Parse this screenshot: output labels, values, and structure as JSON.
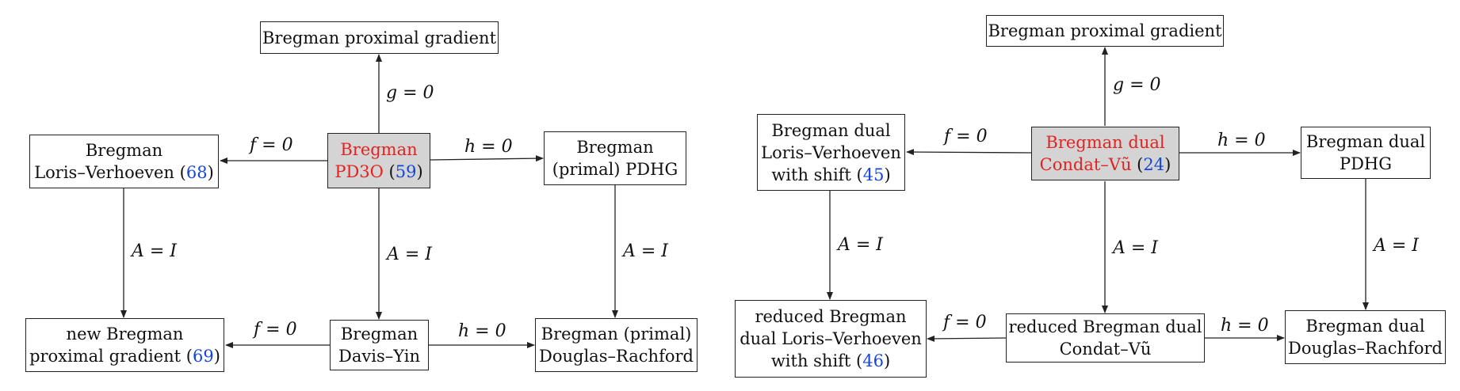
{
  "left": {
    "top": "Bregman proximal gradient",
    "center": {
      "line1": "Bregman",
      "line2": "PD3O",
      "ref": "59"
    },
    "west": {
      "line1": "Bregman",
      "line2": "Loris–Verhoeven",
      "ref": "68"
    },
    "east": {
      "line1": "Bregman",
      "line2": "(primal) PDHG"
    },
    "south_west": {
      "line1": "new Bregman",
      "line2": "proximal gradient",
      "ref": "69"
    },
    "south": {
      "line1": "Bregman",
      "line2": "Davis–Yin"
    },
    "south_east": {
      "line1": "Bregman (primal)",
      "line2": "Douglas–Rachford"
    },
    "labels": {
      "g0": "g = 0",
      "f0": "f = 0",
      "h0": "h = 0",
      "aw": "A = I",
      "ac": "A = I",
      "ae": "A = I",
      "f0b": "f = 0",
      "h0b": "h = 0"
    }
  },
  "right": {
    "top": "Bregman proximal gradient",
    "center": {
      "line1": "Bregman dual",
      "line2": "Condat–Vũ",
      "ref": "24"
    },
    "west": {
      "line1": "Bregman dual",
      "line2": "Loris–Verhoeven",
      "line3": "with shift",
      "ref": "45"
    },
    "east": {
      "line1": "Bregman dual",
      "line2": "PDHG"
    },
    "south_west": {
      "line1": "reduced Bregman",
      "line2": "dual Loris–Verhoeven",
      "line3": "with shift",
      "ref": "46"
    },
    "south": {
      "line1": "reduced Bregman dual",
      "line2": "Condat–Vũ"
    },
    "south_east": {
      "line1": "Bregman dual",
      "line2": "Douglas–Rachford"
    },
    "labels": {
      "g0": "g = 0",
      "f0": "f = 0",
      "h0": "h = 0",
      "aw": "A = I",
      "ac": "A = I",
      "ae": "A = I",
      "f0b": "f = 0",
      "h0b": "h = 0"
    }
  },
  "colors": {
    "highlight_fill": "#d4d4d4",
    "highlight_text": "#e32222",
    "reference": "#1546d6"
  }
}
